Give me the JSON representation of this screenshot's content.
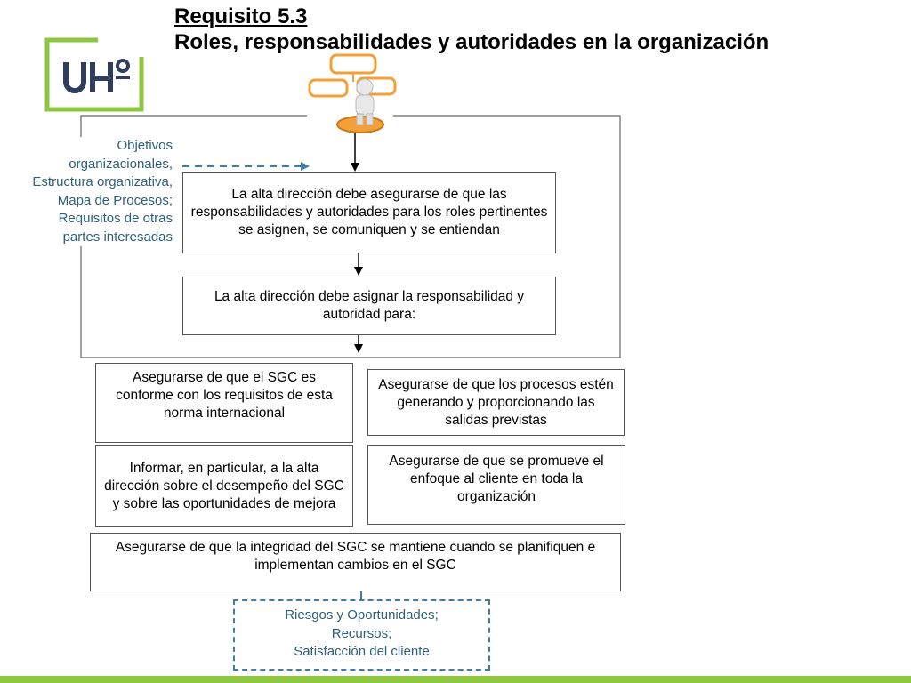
{
  "title": {
    "line1": "Requisito 5.3",
    "line2": "Roles, responsabilidades y autoridades en la organización"
  },
  "logo": {
    "text": "UHº",
    "color": "#8dc63f",
    "text_color": "#2f3e5c"
  },
  "inputs_text": "Objetivos organizacionales, Estructura organizativa, Mapa de Procesos; Requisitos de otras partes interesadas",
  "boxes": {
    "ensure": "La alta dirección debe asegurarse de que las responsabilidades y autoridades para los roles pertinentes se asignen, se comuniquen y se entiendan",
    "assign": "La alta dirección debe asignar la responsabilidad y autoridad para:",
    "sgc_conforme": "Asegurarse de que el SGC es conforme con los requisitos de esta norma internacional",
    "procesos": "Asegurarse de que los procesos estén generando y proporcionando las salidas previstas",
    "informar": "Informar, en particular, a la alta dirección sobre el desempeño del SGC y sobre las oportunidades de mejora",
    "enfoque": "Asegurarse de que se promueve el enfoque al cliente en toda la organización",
    "integridad": "Asegurarse de que la integridad del SGC se mantiene cuando se planifiquen e implementan cambios en el SGC"
  },
  "outputs": {
    "line1": "Riesgos y Oportunidades;",
    "line2": "Recursos;",
    "line3": "Satisfacción del cliente"
  },
  "colors": {
    "accent_green": "#8dc63f",
    "dashed_blue": "#3f7ea6",
    "side_text": "#2f5f7a",
    "figure_orange": "#f2a03a"
  }
}
